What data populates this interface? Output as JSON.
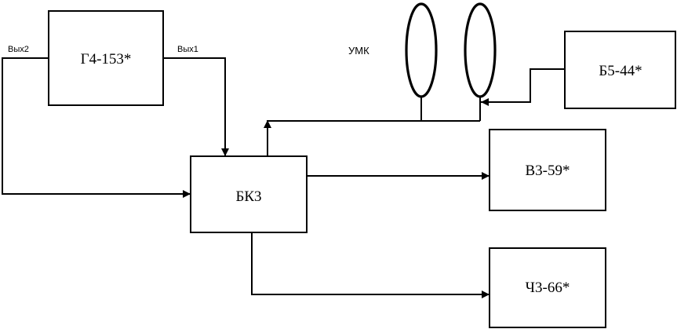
{
  "blocks": {
    "generator": "Г4-153*",
    "coupler": "БК3",
    "power_supply": "Б5-44*",
    "voltmeter": "В3-59*",
    "frequency_meter": "Ч3-66*"
  },
  "outputs": {
    "out1": "Вых1",
    "out2": "Вых2"
  },
  "coil_label": "УМК"
}
